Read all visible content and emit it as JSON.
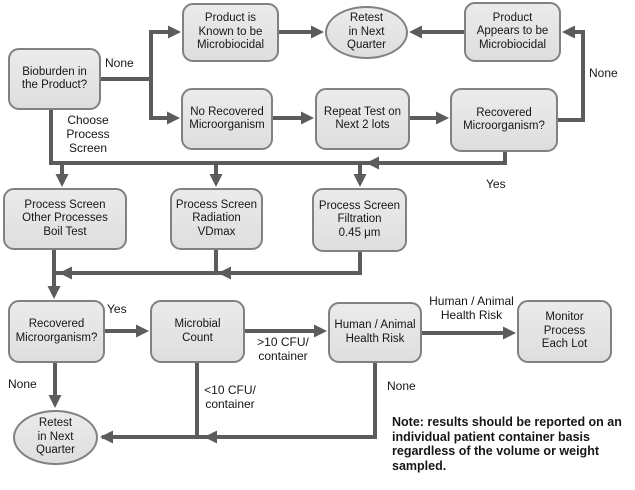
{
  "colors": {
    "background": "#ffffff",
    "node_fill": "#e6e6e6",
    "node_border": "#818181",
    "line": "#5c5c5c",
    "text": "#161616"
  },
  "nodes": {
    "bioburden": {
      "shape": "rounded-rect",
      "text": "Bioburden in\nthe Product?"
    },
    "product_known_microbiocidal": {
      "shape": "rounded-rect",
      "text": "Product is\nKnown to be\nMicrobiocidal"
    },
    "retest_next_quarter_top": {
      "shape": "ellipse",
      "text": "Retest\nin Next\nQuarter"
    },
    "product_appears_microbiocidal": {
      "shape": "rounded-rect",
      "text": "Product\nAppears to be\nMicrobiocidal"
    },
    "no_recovered_microorganism": {
      "shape": "rounded-rect",
      "text": "No Recovered\nMicroorganism"
    },
    "repeat_test_next_2_lots": {
      "shape": "rounded-rect",
      "text": "Repeat Test on\nNext 2 lots"
    },
    "recovered_microorganism_top": {
      "shape": "rounded-rect",
      "text": "Recovered\nMicroorganism?"
    },
    "process_screen_boil": {
      "shape": "rounded-rect",
      "text": "Process Screen\nOther Processes\nBoil Test"
    },
    "process_screen_radiation": {
      "shape": "rounded-rect",
      "text": "Process Screen\nRadiation\nVDmax"
    },
    "process_screen_filtration": {
      "shape": "rounded-rect",
      "text": "Process Screen\nFiltration\n0.45 μm"
    },
    "recovered_microorganism_bottom": {
      "shape": "rounded-rect",
      "text": "Recovered\nMicroorganism?"
    },
    "microbial_count": {
      "shape": "rounded-rect",
      "text": "Microbial\nCount"
    },
    "human_animal_health_risk": {
      "shape": "rounded-rect",
      "text": "Human / Animal\nHealth Risk"
    },
    "monitor_process_each_lot": {
      "shape": "rounded-rect",
      "text": "Monitor\nProcess\nEach Lot"
    },
    "retest_next_quarter_bottom": {
      "shape": "ellipse",
      "text": "Retest\nin Next\nQuarter"
    }
  },
  "edge_labels": {
    "none_bioburden": "None",
    "choose_process_screen": "Choose\nProcess\nScreen",
    "none_recovered_top": "None",
    "yes_recovered_top": "Yes",
    "yes_recovered_bottom": "Yes",
    "gt_10_cfu": ">10 CFU/\ncontainer",
    "lt_10_cfu": "<10 CFU/\ncontainer",
    "none_recovered_bottom": "None",
    "human_animal_health_risk": "Human / Animal\nHealth Risk",
    "none_health_risk": "None"
  },
  "note": "Note: results should be reported on an\nindividual patient container basis\nregardless of the volume or weight\nsampled."
}
